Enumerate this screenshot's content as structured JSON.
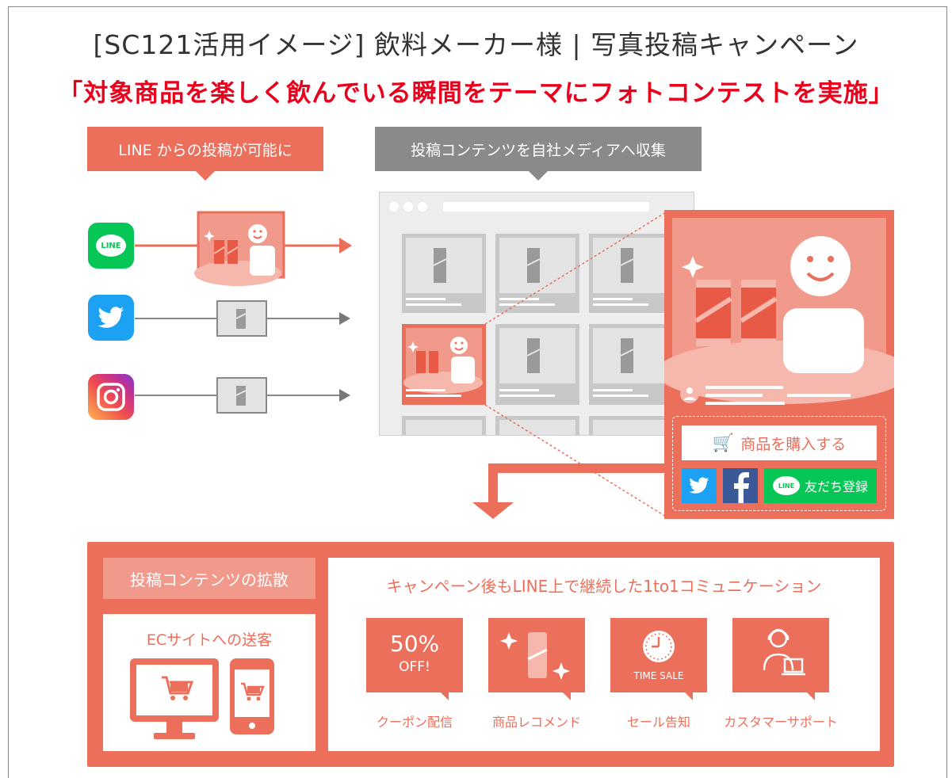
{
  "header": {
    "title": "[SC121活用イメージ] 飲料メーカー様 | 写真投稿キャンペーン",
    "subtitle": "「対象商品を楽しく飲んでいる瞬間をテーマにフォトコンテストを実施」"
  },
  "tags": {
    "line_post": "LINE からの投稿が可能に",
    "collect": "投稿コンテンツを自社メディアへ収集"
  },
  "sns": {
    "line_badge": "LINE"
  },
  "detail_card": {
    "purchase_button": "商品を購入する",
    "friend_button_badge": "LINE",
    "friend_button": "友だち登録"
  },
  "bottom": {
    "diffuse_tag": "投稿コンテンツの拡散",
    "ec_label": "ECサイトへの送客",
    "comm_title": "キャンペーン後もLINE上で継続した1to1コミュニケーション",
    "features": [
      {
        "label": "クーポン配信",
        "big": "50%",
        "small": "OFF!"
      },
      {
        "label": "商品レコメンド"
      },
      {
        "label": "セール告知",
        "small": "TIME SALE"
      },
      {
        "label": "カスタマーサポート"
      }
    ]
  },
  "colors": {
    "accent": "#ec6f5b",
    "accent_light": "#f19a8b",
    "headline_red": "#e8001c",
    "line_green": "#06c755",
    "twitter_blue": "#1da1f2",
    "facebook_blue": "#3b5998",
    "gray_tag": "#8a8a8a"
  }
}
